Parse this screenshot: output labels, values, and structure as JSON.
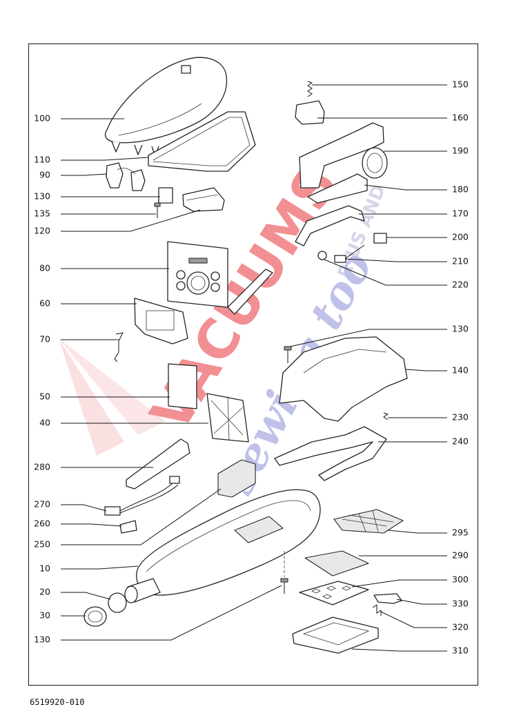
{
  "document_number": "6519920-010",
  "watermark": {
    "brand": "VACUUMS",
    "sub": "sewing too",
    "small": "R-US AND",
    "colors": {
      "red": "#e8343a",
      "blue": "#3a3fb0"
    }
  },
  "part_labels": [
    {
      "id": "100",
      "side": "left"
    },
    {
      "id": "110",
      "side": "left"
    },
    {
      "id": "90",
      "side": "left"
    },
    {
      "id": "130",
      "side": "left"
    },
    {
      "id": "135",
      "side": "left"
    },
    {
      "id": "120",
      "side": "left"
    },
    {
      "id": "80",
      "side": "left"
    },
    {
      "id": "60",
      "side": "left"
    },
    {
      "id": "70",
      "side": "left"
    },
    {
      "id": "50",
      "side": "left"
    },
    {
      "id": "40",
      "side": "left"
    },
    {
      "id": "280",
      "side": "left"
    },
    {
      "id": "270",
      "side": "left"
    },
    {
      "id": "260",
      "side": "left"
    },
    {
      "id": "250",
      "side": "left"
    },
    {
      "id": "10",
      "side": "left"
    },
    {
      "id": "20",
      "side": "left"
    },
    {
      "id": "30",
      "side": "left"
    },
    {
      "id": "130",
      "side": "left"
    },
    {
      "id": "150",
      "side": "right"
    },
    {
      "id": "160",
      "side": "right"
    },
    {
      "id": "190",
      "side": "right"
    },
    {
      "id": "180",
      "side": "right"
    },
    {
      "id": "170",
      "side": "right"
    },
    {
      "id": "200",
      "side": "right"
    },
    {
      "id": "210",
      "side": "right"
    },
    {
      "id": "220",
      "side": "right"
    },
    {
      "id": "130",
      "side": "right"
    },
    {
      "id": "140",
      "side": "right"
    },
    {
      "id": "230",
      "side": "right"
    },
    {
      "id": "240",
      "side": "right"
    },
    {
      "id": "295",
      "side": "right"
    },
    {
      "id": "290",
      "side": "right"
    },
    {
      "id": "300",
      "side": "right"
    },
    {
      "id": "330",
      "side": "right"
    },
    {
      "id": "320",
      "side": "right"
    },
    {
      "id": "310",
      "side": "right"
    }
  ]
}
